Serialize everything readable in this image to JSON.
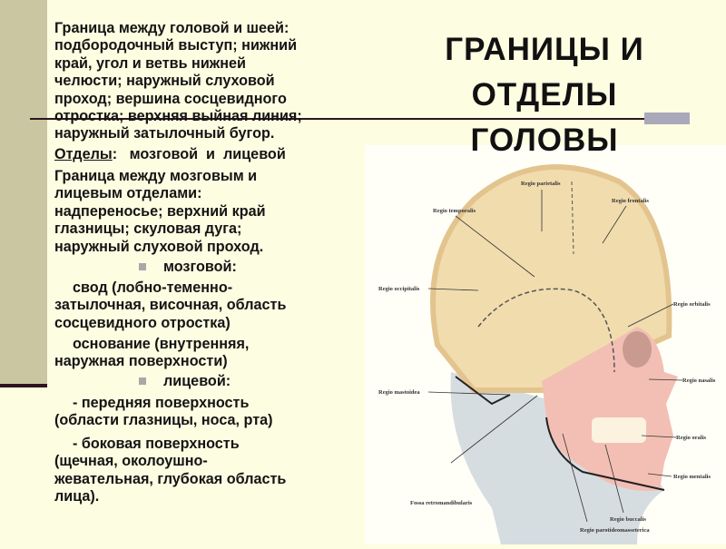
{
  "slide": {
    "title_lines": [
      "ГРАНИЦЫ  И",
      "ОТДЕЛЫ",
      "ГОЛОВЫ"
    ],
    "para1": [
      "Граница между головой и шеей:",
      "подбородочный выступ; нижний",
      "край, угол и ветвь нижней",
      "челюсти; наружный слуховой",
      "проход; вершина сосцевидного",
      "отростка; верхняя выйная линия;",
      "наружный затылочный бугор."
    ],
    "divisions_label": "Отделы",
    "divisions_text": ":   мозговой  и  лицевой",
    "para2": [
      "Граница между мозговым и",
      "лицевым отделами:",
      "надпереносье; верхний край",
      "глазницы; скуловая дуга;",
      "наружный слуховой проход."
    ],
    "bullet1": "мозговой:",
    "b1_item1": [
      "свод (лобно-теменно-",
      "затылочная,  височная, область",
      "сосцевидного отростка)"
    ],
    "b1_item2": [
      "основание (внутренняя,",
      "наружная поверхности)"
    ],
    "bullet2": "лицевой:",
    "b2_item1": [
      "- передняя поверхность",
      "(области глазницы, носа, рта)"
    ],
    "b2_item2": [
      "- боковая поверхность",
      "(щечная, околоушно-",
      "жевательная, глубокая область",
      "лица)."
    ]
  },
  "figure": {
    "labels": {
      "parietalis": "Regio parietalis",
      "temporalis": "Regio temporalis",
      "frontalis": "Regio frontalis",
      "occipitalis": "Regio occipitalis",
      "orbitalis": "Regio orbitalis",
      "nasalis": "Regio nasalis",
      "mastoidea": "Regio mastoidea",
      "oralis": "Regio oralis",
      "mentalis": "Regio mentalis",
      "retromandibularis": "Fossa retromandibularis",
      "buccalis": "Regio buccalis",
      "parotideomasseterica": "Regio parotideomasseterica"
    }
  },
  "colors": {
    "background": "#fdfde2",
    "band": "#c9c6a1",
    "rule": "#2e1420",
    "skull": "#f1dcae",
    "face": "#f3bfb4",
    "neck": "#d6dde0"
  }
}
